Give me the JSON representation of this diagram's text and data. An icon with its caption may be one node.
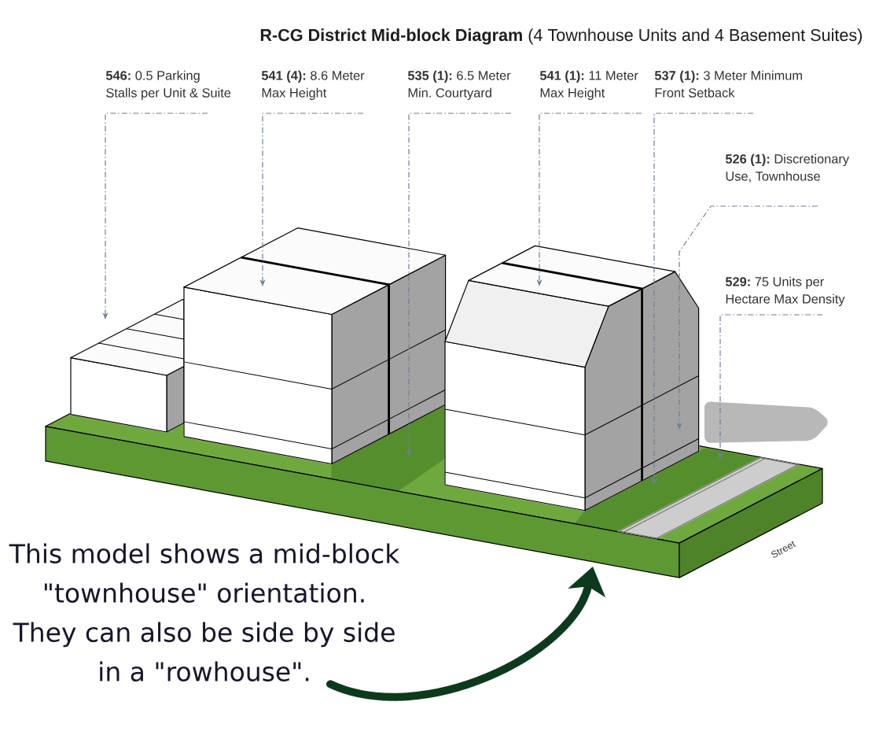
{
  "diagram": {
    "title": "**R-CG District Mid-block Diagram** (4 Townhouse Units and 4 Basement Suites)",
    "nodes": [
      {
        "text": [
          "**546:** 0.5 Parking Stalls per Unit & Suite"
        ]
      },
      {
        "text": [
          "**541 (4):** 8.6 Meter Max Height"
        ]
      },
      {
        "text": [
          "**535 (1):** 6.5 Meter Min. Courtyard"
        ]
      },
      {
        "text": [
          "**541 (1):** 11 Meter Max Height"
        ]
      },
      {
        "text": [
          "**537 (1):** 3 Meter Minimum Front Setback"
        ]
      },
      {
        "text": [
          "**526 (1):** Discretionary Use, Townhouse"
        ]
      },
      {
        "text": [
          "**529:** 75 Units per Hectare Max Density"
        ]
      },
      {
        "text": [],
        "shape": "slab"
      },
      {
        "text": [],
        "shape": "box"
      },
      {
        "text": [],
        "shape": "box"
      },
      {
        "text": [],
        "shape": "box"
      },
      {
        "text": [
          "This model shows a mid-block \"townhouse\" orientation. They can also be side by side in a \"rowhouse\"."
        ]
      }
    ],
    "edges": [
      {
        "from": 0,
        "to": 8,
        "arrow": "to",
        "style": "dashed"
      },
      {
        "from": 1,
        "to": 9,
        "arrow": "to",
        "style": "dashed"
      },
      {
        "from": 2,
        "to": 7,
        "arrow": "to",
        "style": "dashed"
      },
      {
        "from": 3,
        "to": 10,
        "arrow": "to",
        "style": "dashed"
      },
      {
        "from": 4,
        "to": 7,
        "arrow": "to",
        "style": "dashed"
      },
      {
        "from": 5,
        "to": 10,
        "arrow": "to",
        "style": "dashed"
      },
      {
        "from": 6,
        "to": 7,
        "arrow": "to",
        "style": "dashed"
      },
      {
        "from": 11,
        "to": 7,
        "arrow": "to",
        "style": "thick",
        "color": "#0d3a1d"
      }
    ],
    "labels": [
      "Street"
    ]
  }
}
